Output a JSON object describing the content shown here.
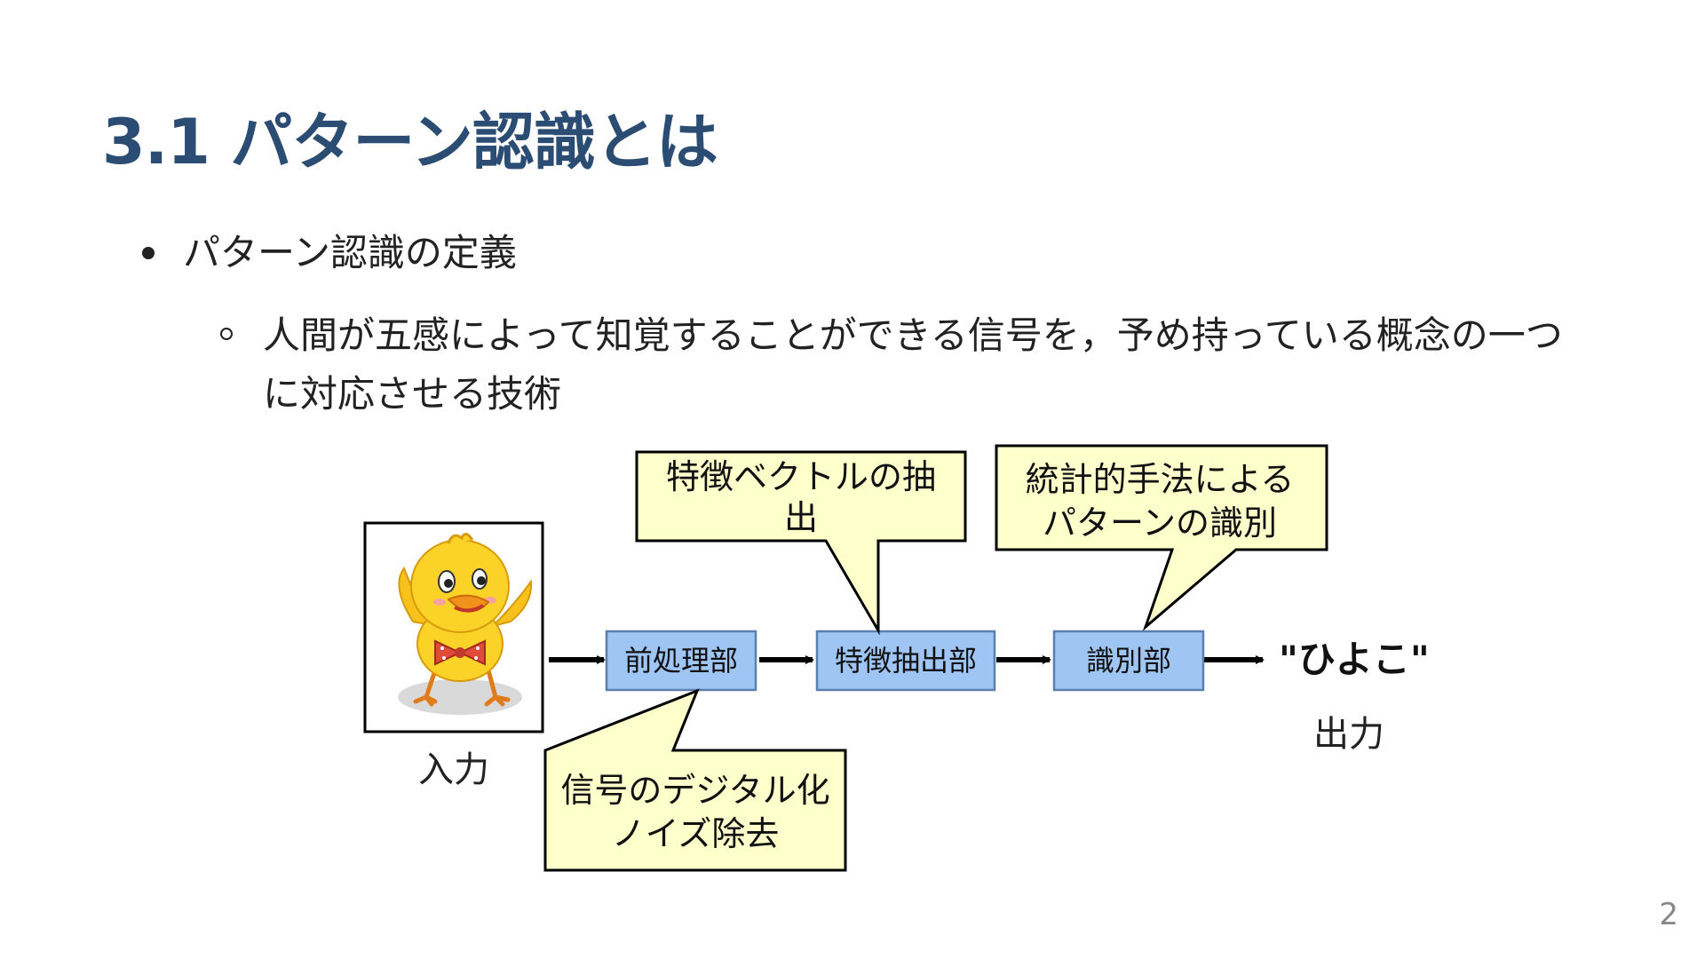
{
  "slide": {
    "title": "3.1 パターン認識とは",
    "title_color": "#2b4d73",
    "bullets": [
      {
        "text": "パターン認識の定義",
        "sub": [
          "人間が五感によって知覚することができる信号を，予め持っている概念の一つに対応させる技術"
        ]
      }
    ],
    "page_number": "2"
  },
  "diagram": {
    "input_label": "入力",
    "output_label": "出力",
    "output_value": "\"ひよこ\"",
    "stages": [
      {
        "label": "前処理部"
      },
      {
        "label": "特徴抽出部"
      },
      {
        "label": "識別部"
      }
    ],
    "callouts": [
      {
        "lines": [
          "信号のデジタル化",
          "ノイズ除去"
        ]
      },
      {
        "lines": [
          "特徴ベクトルの抽",
          "出"
        ]
      },
      {
        "lines": [
          "統計的手法による",
          "パターンの識別"
        ]
      }
    ],
    "colors": {
      "stage_fill": "#9fc5f4",
      "stage_stroke": "#5b7fae",
      "callout_fill": "#ffffcc",
      "callout_stroke": "#000000"
    },
    "input_image": "chick-illustration"
  }
}
